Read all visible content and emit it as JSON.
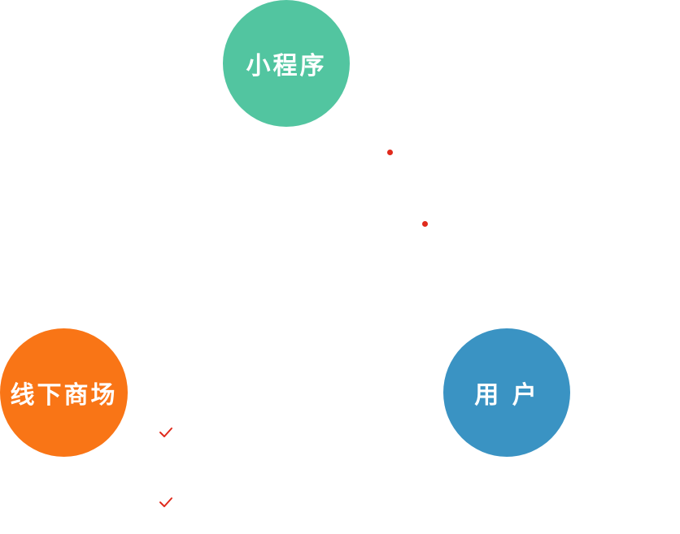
{
  "nodes": {
    "mini_program": {
      "label": "小程序",
      "color": "#52C5A0"
    },
    "offline_mall": {
      "label": "线下商场",
      "color": "#F97516"
    },
    "user": {
      "label": "用 户",
      "color": "#3A93C3"
    }
  },
  "markers": {
    "bullet_color": "#E02A1C",
    "check_color": "#E02A1C",
    "bullet_icon": "dot-icon",
    "check_icon": "checkmark-icon"
  }
}
